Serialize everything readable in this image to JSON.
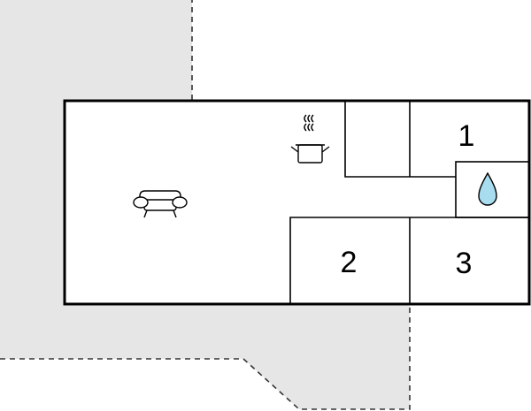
{
  "floorplan": {
    "colors": {
      "terrace_fill": "#e6e6e6",
      "terrace_border": "#333333",
      "walls": "#000000",
      "background": "#ffffff",
      "water_drop": "#a8dcef"
    },
    "rooms": [
      {
        "id": "living-room",
        "icon": "sofa-icon"
      },
      {
        "id": "kitchen",
        "icon": "cooking-pot-icon"
      },
      {
        "id": "bedroom-1",
        "number": "1"
      },
      {
        "id": "bedroom-2",
        "number": "2"
      },
      {
        "id": "bedroom-3",
        "number": "3"
      },
      {
        "id": "bathroom",
        "icon": "water-drop-icon"
      }
    ]
  }
}
